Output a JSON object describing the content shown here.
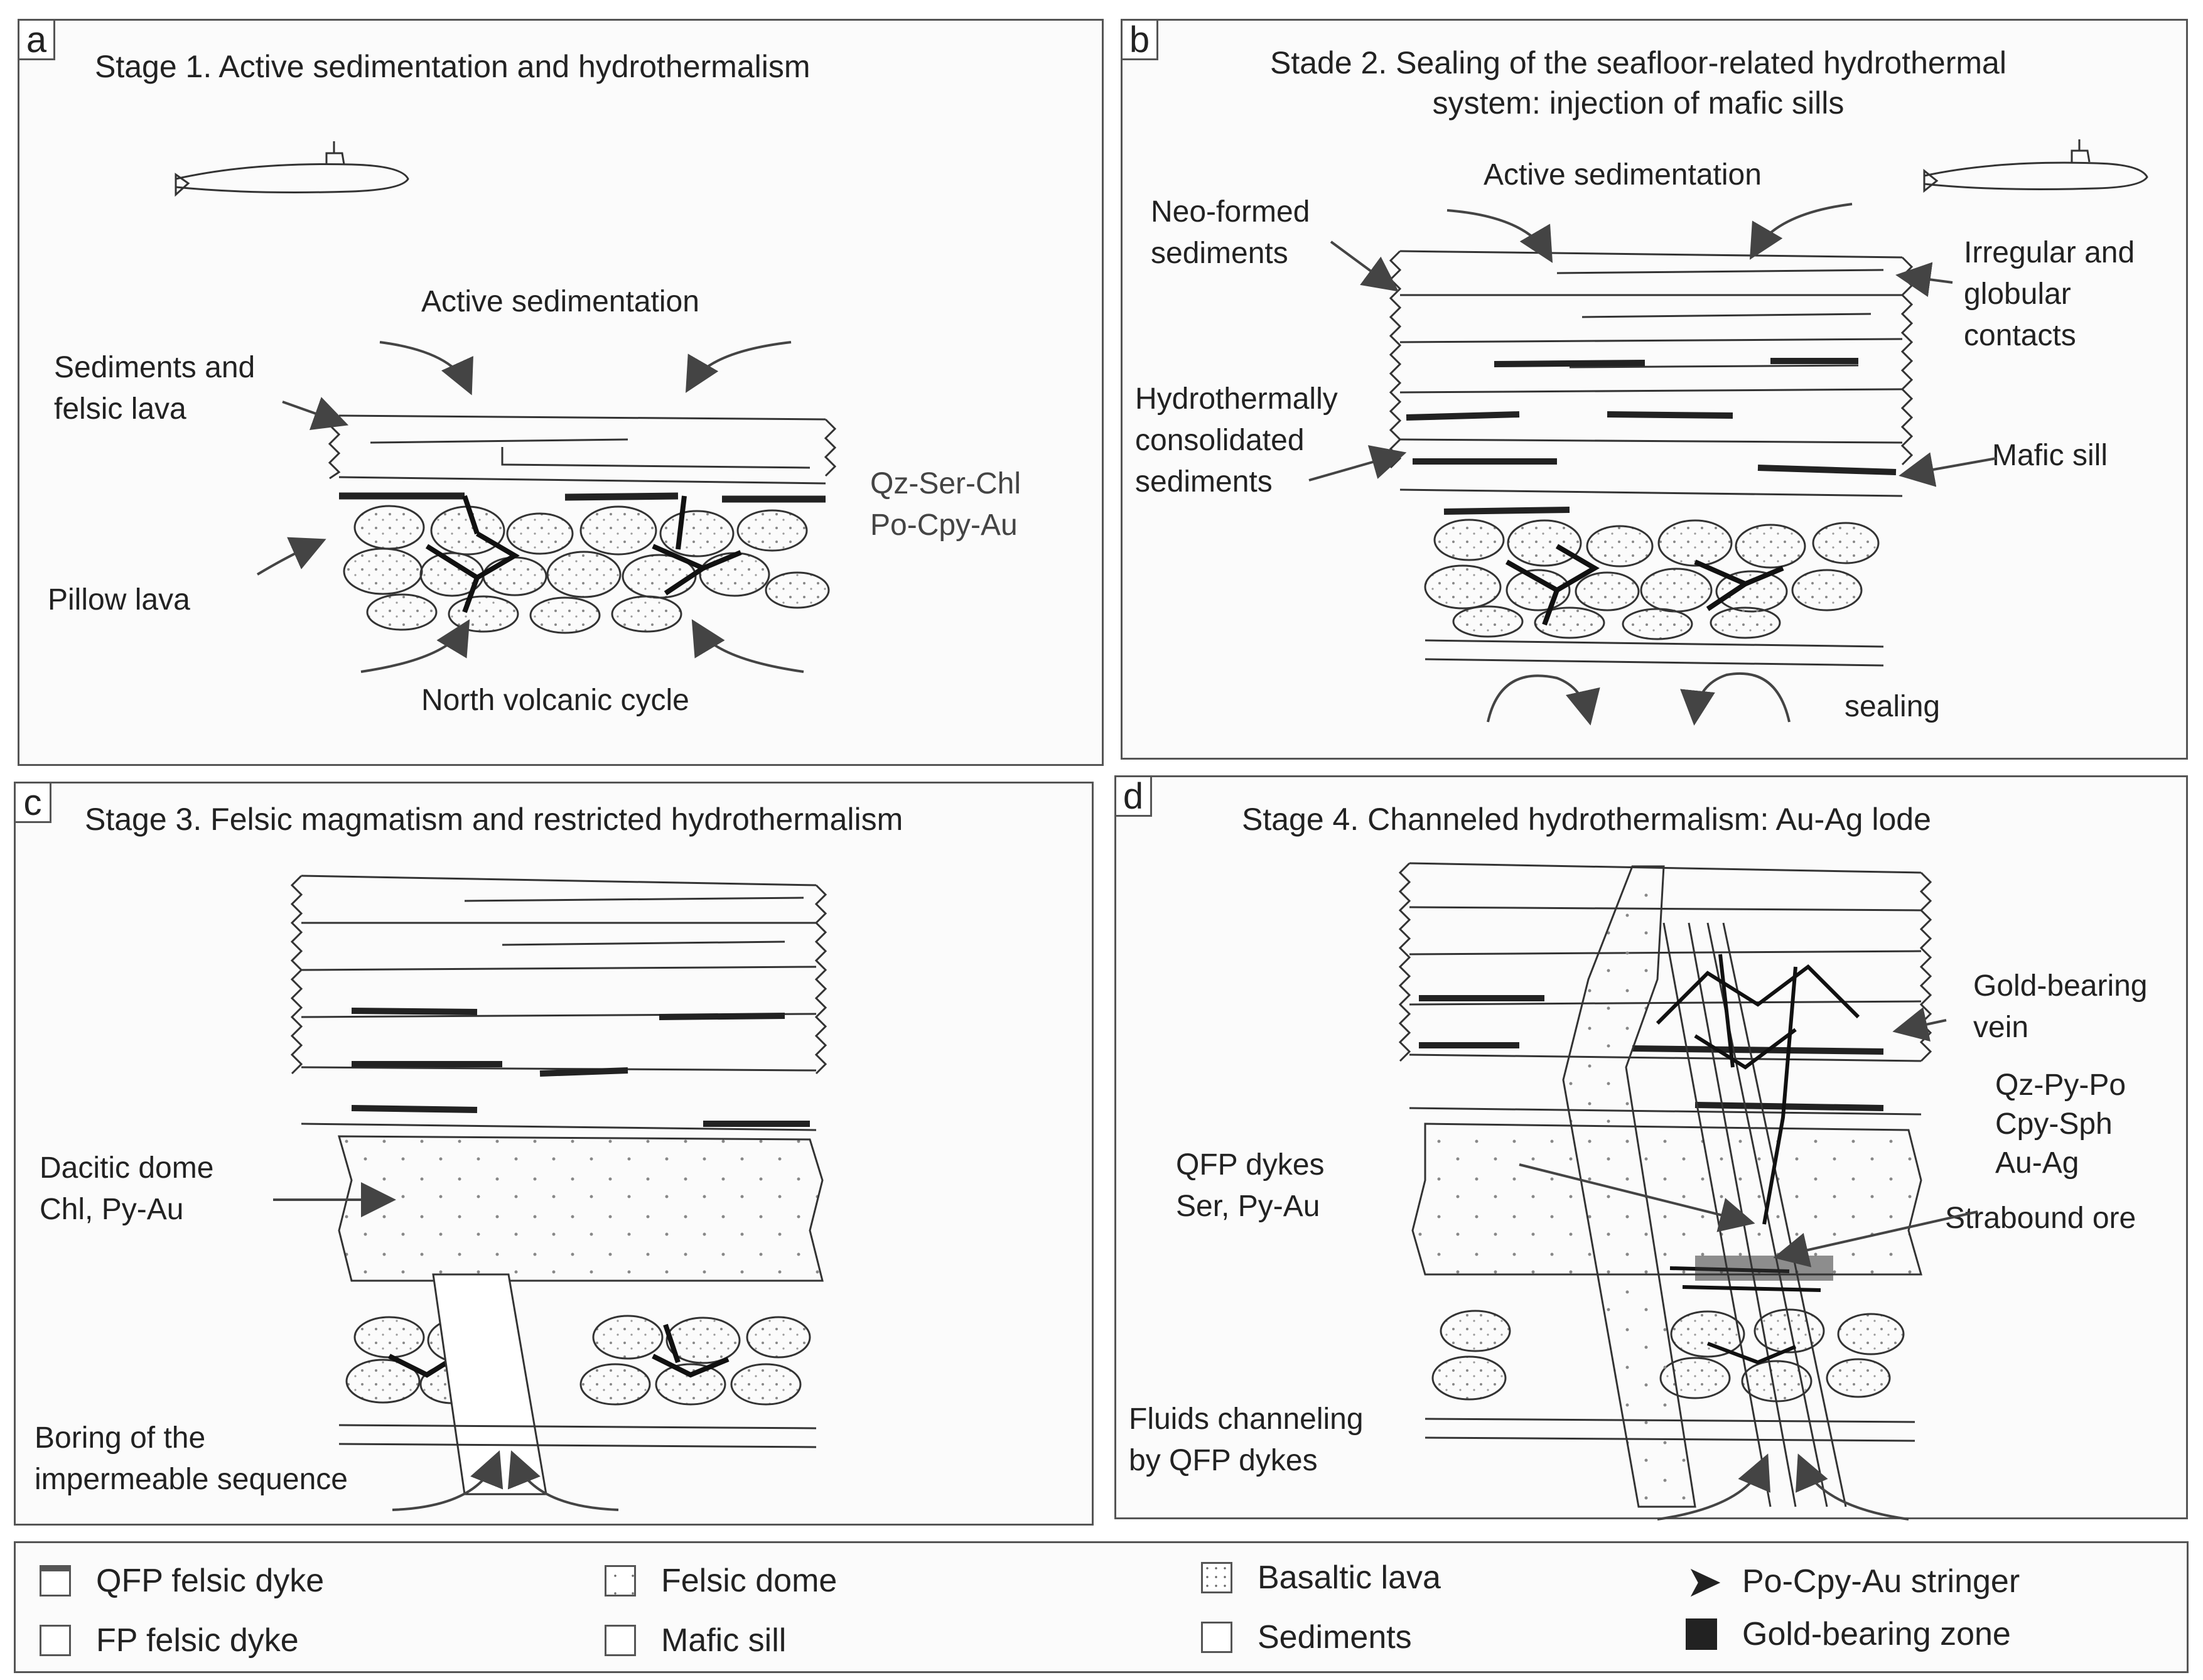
{
  "panels": {
    "a": {
      "letter": "a",
      "title": "Stage 1. Active sedimentation and hydrothermalism",
      "labels": {
        "active_sedimentation": "Active sedimentation",
        "sediments_felsic": "Sediments and\nfelsic lava",
        "pillow_lava": "Pillow lava",
        "mineral_assemblage": "Qz-Ser-Chl\nPo-Cpy-Au",
        "north_volcanic": "North volcanic cycle"
      }
    },
    "b": {
      "letter": "b",
      "title": "Stade 2. Sealing of the seafloor-related hydrothermal\nsystem: injection of mafic sills",
      "labels": {
        "active_sedimentation": "Active sedimentation",
        "neo_formed": "Neo-formed\nsediments",
        "irregular": "Irregular and\nglobular\ncontacts",
        "hydrothermally": "Hydrothermally\nconsolidated\nsediments",
        "mafic_sill": "Mafic sill",
        "sealing": "sealing"
      }
    },
    "c": {
      "letter": "c",
      "title": "Stage 3. Felsic magmatism and restricted hydrothermalism",
      "labels": {
        "dacitic_dome": "Dacitic dome\nChl, Py-Au",
        "boring": "Boring of the\nimpermeable sequence"
      }
    },
    "d": {
      "letter": "d",
      "title": "Stage 4. Channeled hydrothermalism: Au-Ag lode",
      "labels": {
        "gold_vein": "Gold-bearing\nvein",
        "assemblage": "Qz-Py-Po\nCpy-Sph\nAu-Ag",
        "qfp_dykes": "QFP dykes\nSer, Py-Au",
        "strabound": "Strabound ore",
        "fluids": "Fluids channeling\nby QFP dykes"
      }
    }
  },
  "legend": {
    "qfp_dyke": "QFP felsic dyke",
    "fp_dyke": "FP felsic dyke",
    "felsic_dome": "Felsic dome",
    "mafic_sill": "Mafic sill",
    "basaltic_lava": "Basaltic lava",
    "sediments": "Sediments",
    "stringer": "Po-Cpy-Au stringer",
    "gold_zone": "Gold-bearing zone"
  }
}
